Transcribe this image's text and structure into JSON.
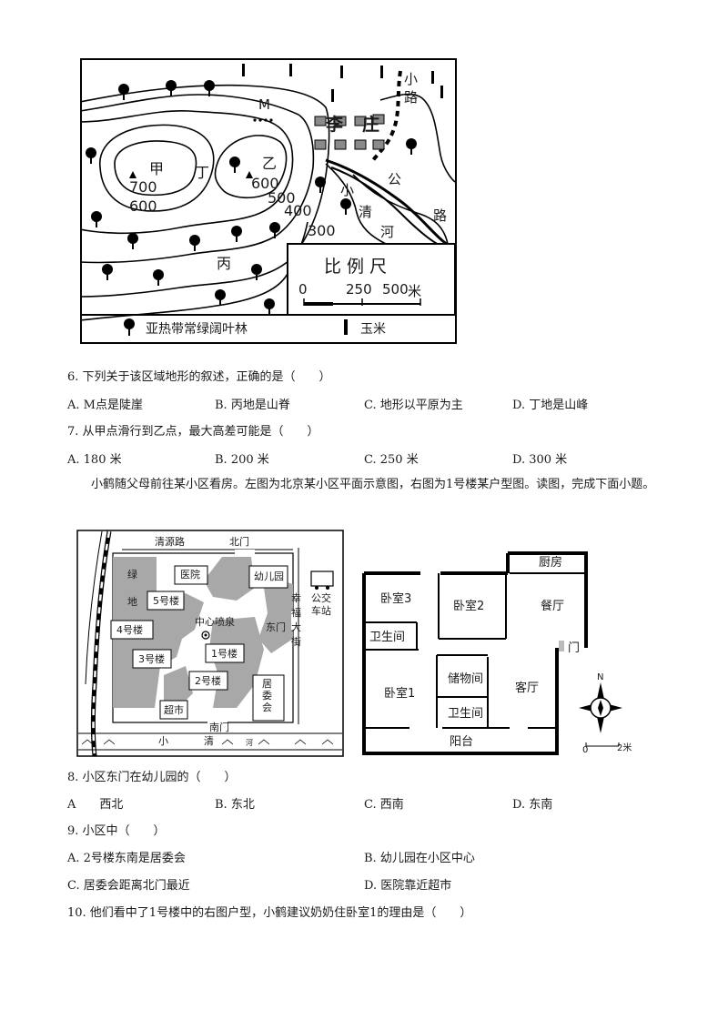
{
  "topo_map": {
    "point_labels": {
      "M": "M",
      "li": "李",
      "zhuang": "庄",
      "jia": "甲",
      "yi": "乙",
      "ding": "丁",
      "bing": "丙"
    },
    "contours": [
      "700",
      "600",
      "600",
      "500",
      "400",
      "300"
    ],
    "road_chars": [
      "小",
      "路"
    ],
    "highway_chars": [
      "公",
      "路"
    ],
    "river_chars": [
      "小",
      "清",
      "河"
    ],
    "scale": {
      "title": "比 例 尺",
      "ticks": [
        "0",
        "250",
        "500"
      ],
      "unit": "米"
    },
    "legend": {
      "forest": "亚热带常绿阔叶林",
      "corn": "玉米"
    }
  },
  "q6": {
    "text": "6. 下列关于该区域地形的叙述，正确的是（　　）",
    "options": [
      "A. M点是陡崖",
      "B. 丙地是山脊",
      "C. 地形以平原为主",
      "D. 丁地是山峰"
    ]
  },
  "q7": {
    "text": "7. 从甲点滑行到乙点，最大高差可能是（　　）",
    "options": [
      "A. 180 米",
      "B. 200 米",
      "C. 250 米",
      "D. 300 米"
    ]
  },
  "intro": "小鹤随父母前往某小区看房。左图为北京某小区平面示意图，右图为1号楼某户型图。读图，完成下面小题。",
  "community_map": {
    "roads": {
      "north": "清源路",
      "north_gate": "北门",
      "east_street": [
        "幸",
        "福",
        "大",
        "街"
      ],
      "east_gate": "东门",
      "south_gate": "南门"
    },
    "green": [
      "绿",
      "地"
    ],
    "buildings": [
      "医院",
      "幼儿园",
      "5号楼",
      "4号楼",
      "中心喷泉",
      "3号楼",
      "1号楼",
      "2号楼",
      "超市"
    ],
    "committee": [
      "居",
      "委",
      "会"
    ],
    "bus": [
      "公交",
      "车站"
    ],
    "river": [
      "小",
      "清",
      "河"
    ]
  },
  "floor_plan": {
    "rooms": [
      "厨房",
      "卧室3",
      "卧室2",
      "餐厅",
      "卫生间",
      "门",
      "储物间",
      "卧室1",
      "客厅",
      "卫生间",
      "阳台"
    ],
    "north": "N",
    "scale": [
      "0",
      "2米"
    ]
  },
  "q8": {
    "text": "8. 小区东门在幼儿园的（　　）",
    "options": [
      "A　　西北",
      "B. 东北",
      "C. 西南",
      "D. 东南"
    ]
  },
  "q9": {
    "text": "9. 小区中（　　）",
    "options": [
      "A. 2号楼东南是居委会",
      "B. 幼儿园在小区中心",
      "C. 居委会距离北门最近",
      "D. 医院靠近超市"
    ]
  },
  "q10": {
    "text": "10. 他们看中了1号楼中的右图户型，小鹤建议奶奶住卧室1的理由是（　　）"
  }
}
